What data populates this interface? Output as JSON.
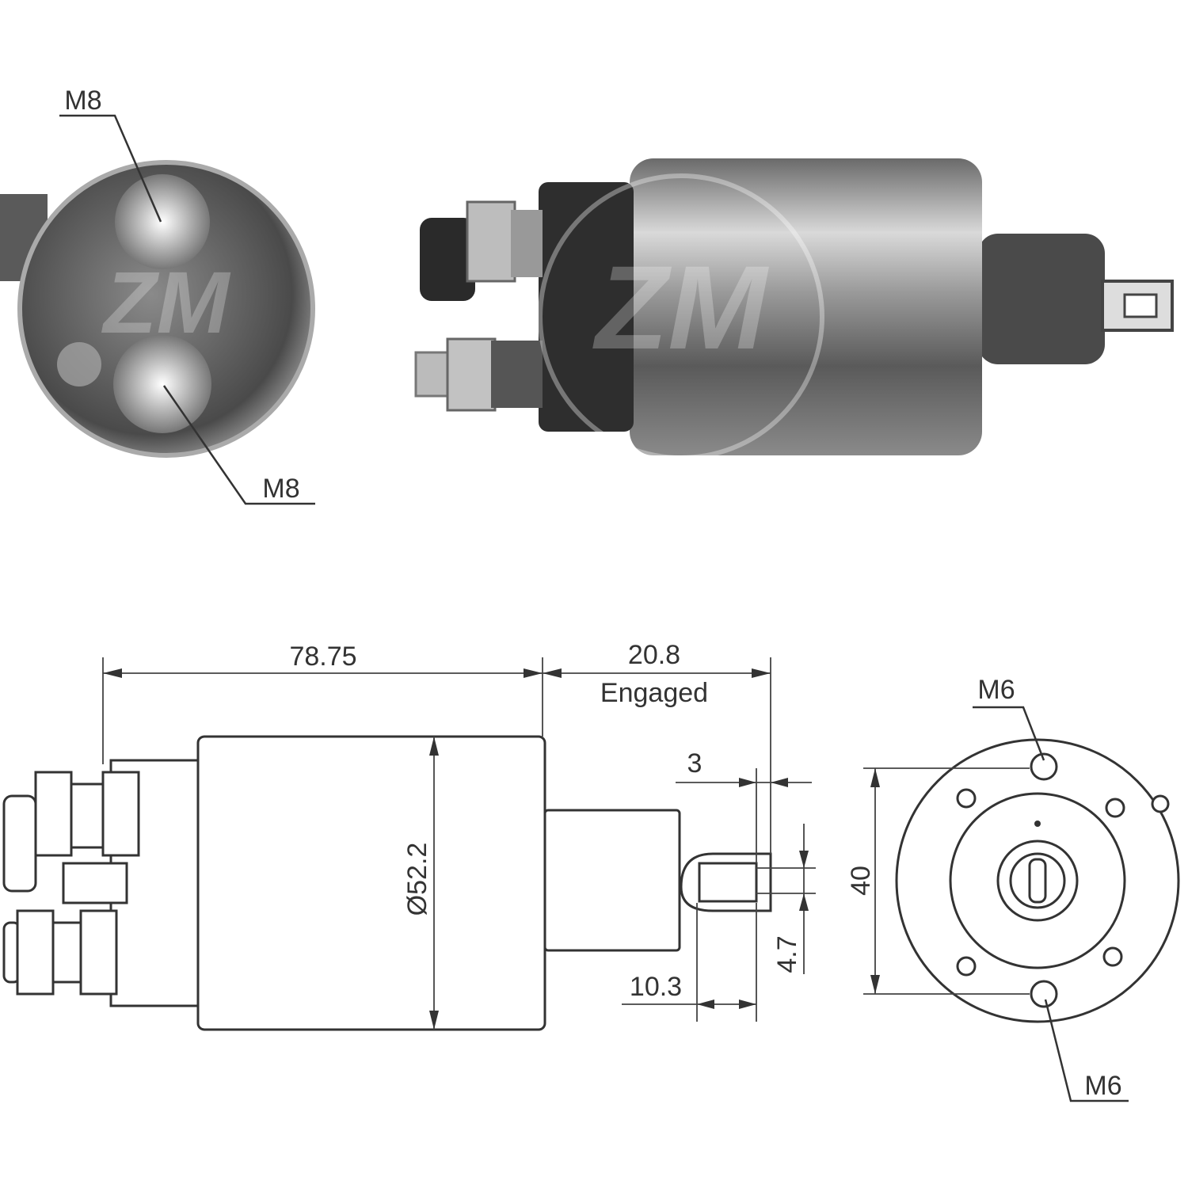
{
  "title": "Starter solenoid dimensional drawing",
  "watermark": "ZM",
  "top_view": {
    "terminal_top_label": "M8",
    "terminal_bottom_label": "M8"
  },
  "side_drawing": {
    "body_length": "78.75",
    "plunger_travel": "20.8",
    "plunger_state": "Engaged",
    "eye_thickness": "3",
    "body_diameter": "Ø52.2",
    "slot_width": "4.7",
    "eye_length": "10.3"
  },
  "end_view": {
    "mount_spacing": "40",
    "mount_hole_top_label": "M6",
    "mount_hole_bottom_label": "M6"
  },
  "colors": {
    "line": "#333333",
    "metal_dark": "#3a3a3a",
    "metal_light": "#d8d8d8"
  }
}
